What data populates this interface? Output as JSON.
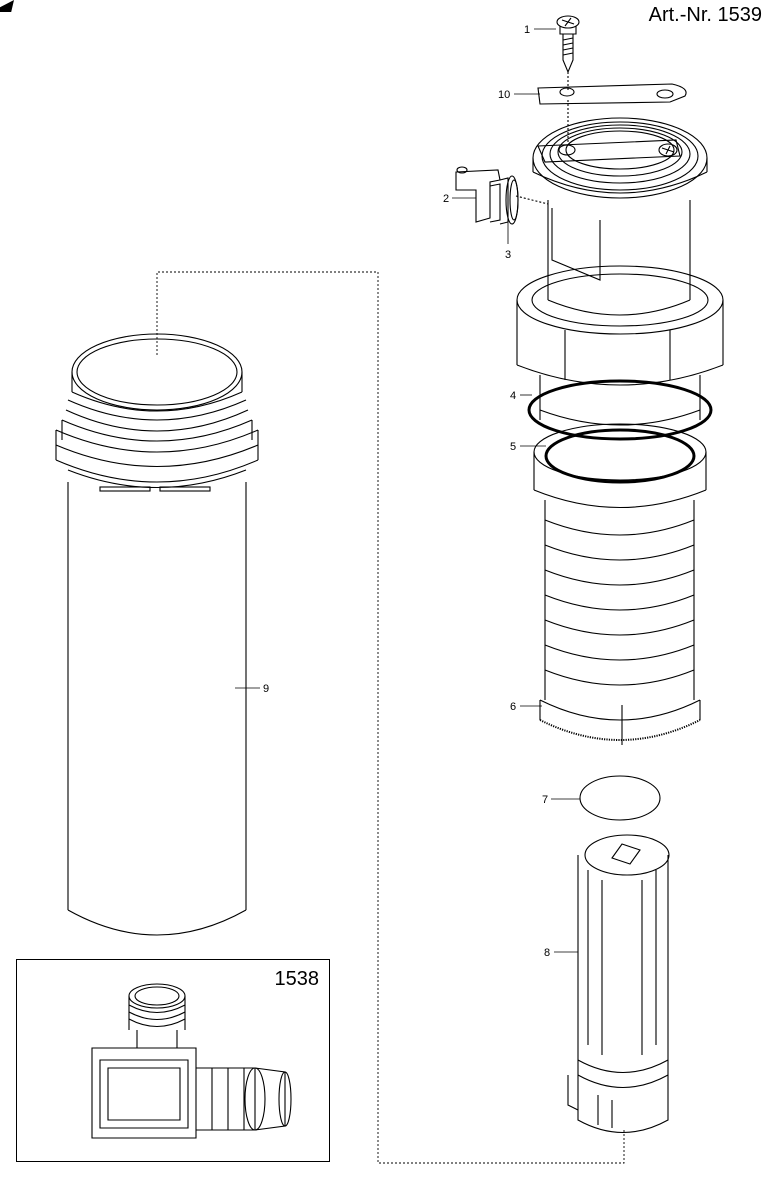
{
  "header": {
    "art_nr": "Art.-Nr. 1539"
  },
  "inset": {
    "number": "1538"
  },
  "parts": [
    {
      "label": "1"
    },
    {
      "label": "10"
    },
    {
      "label": "2"
    },
    {
      "label": "3"
    },
    {
      "label": "4"
    },
    {
      "label": "5"
    },
    {
      "label": "9"
    },
    {
      "label": "6"
    },
    {
      "label": "7"
    },
    {
      "label": "8"
    }
  ]
}
